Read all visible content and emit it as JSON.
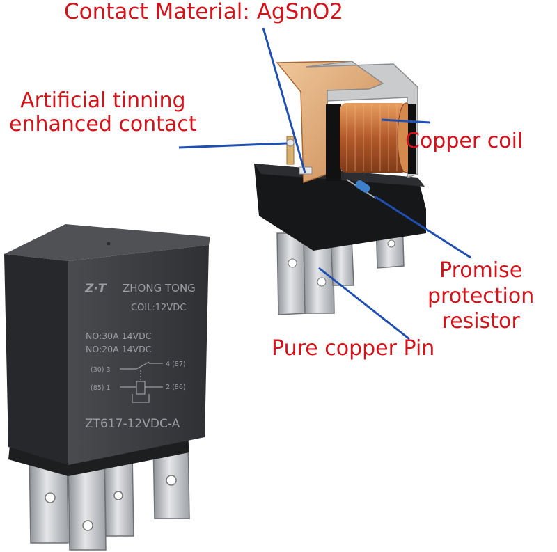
{
  "callouts": {
    "contact_material": "Contact Material: AgSnO2",
    "artificial_tinning_line1": "Artificial tinning",
    "artificial_tinning_line2": "enhanced contact",
    "copper_coil": "Copper coil",
    "resistor_line1": "Promise",
    "resistor_line2": "protection",
    "resistor_line3": "resistor",
    "copper_pin": "Pure copper Pin"
  },
  "relay_label": {
    "logo": "Z·T",
    "brand": "ZHONG TONG",
    "coil": "COIL:12VDC",
    "no_rating": "NO:30A 14VDC",
    "nc_rating": "NO:20A 14VDC",
    "pin30": "(30) 3",
    "pin87": "4 (87)",
    "pin85": "(85) 1",
    "pin86": "2 (86)",
    "model": "ZT617-12VDC-A"
  },
  "colors": {
    "callout_text": "#d4121a",
    "leader_line": "#1f4fb0",
    "relay_body": "#3a3b3e",
    "label_print": "#9a9da2",
    "copper": "#c8733a",
    "pin_metal": "#b9bcc0"
  }
}
